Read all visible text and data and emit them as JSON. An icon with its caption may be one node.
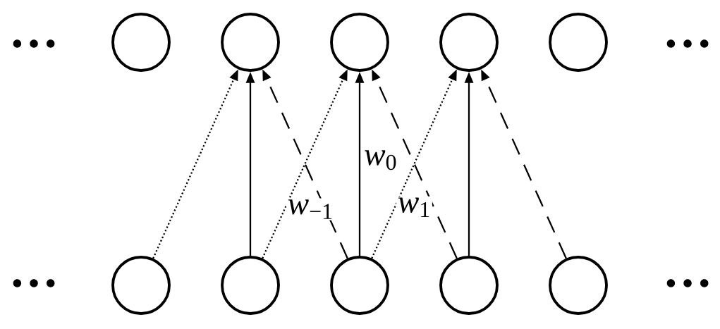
{
  "diagram": {
    "nodes": [
      {
        "text": [],
        "shape": "circle"
      },
      {
        "text": [],
        "shape": "circle"
      },
      {
        "text": [],
        "shape": "circle"
      },
      {
        "text": [],
        "shape": "circle"
      },
      {
        "text": [],
        "shape": "circle"
      },
      {
        "text": [],
        "shape": "circle"
      },
      {
        "text": [],
        "shape": "circle"
      },
      {
        "text": [],
        "shape": "circle"
      },
      {
        "text": [],
        "shape": "circle"
      },
      {
        "text": [],
        "shape": "circle"
      }
    ],
    "edges": [
      {
        "from": 5,
        "to": 1,
        "arrow": "to",
        "style": "dashed"
      },
      {
        "from": 6,
        "to": 1,
        "arrow": "to"
      },
      {
        "from": 7,
        "to": 1,
        "arrow": "to",
        "style": "dashed"
      },
      {
        "from": 6,
        "to": 2,
        "arrow": "to",
        "style": "dashed",
        "label": "*w*$_{−1}$"
      },
      {
        "from": 7,
        "to": 2,
        "arrow": "to",
        "label": "*w*$_{0}$"
      },
      {
        "from": 8,
        "to": 2,
        "arrow": "to",
        "style": "dashed",
        "label": "*w*$_{1}$"
      },
      {
        "from": 7,
        "to": 3,
        "arrow": "to",
        "style": "dashed"
      },
      {
        "from": 8,
        "to": 3,
        "arrow": "to"
      },
      {
        "from": 9,
        "to": 3,
        "arrow": "to",
        "style": "dashed"
      }
    ],
    "labels": [
      "…",
      "…",
      "…",
      "…"
    ]
  }
}
